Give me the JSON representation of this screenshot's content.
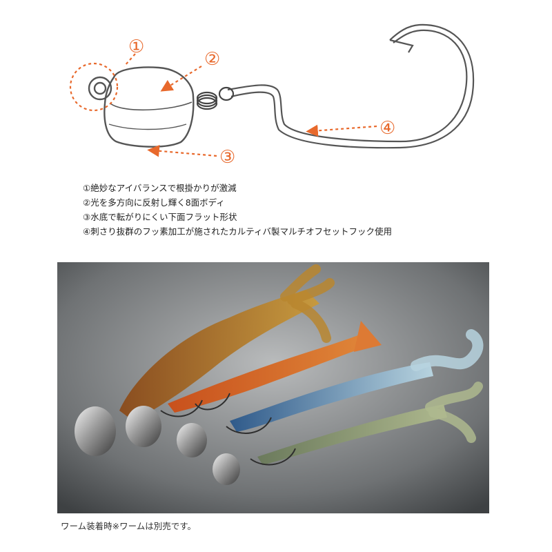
{
  "diagram": {
    "callout_numbers": [
      "①",
      "②",
      "③",
      "④"
    ],
    "accent_color": "#e8692c"
  },
  "features": [
    "①絶妙なアイバランスで根掛かりが激減",
    "②光を多方向に反射し輝く8面ボディ",
    "③水底で転がりにくい下面フラット形状",
    "④刺さり抜群のフッ素加工が施されたカルティバ製マルチオフセットフック使用"
  ],
  "photo": {
    "subject": "jig heads with soft worms"
  },
  "caption": "ワーム装着時※ワームは別売です。"
}
